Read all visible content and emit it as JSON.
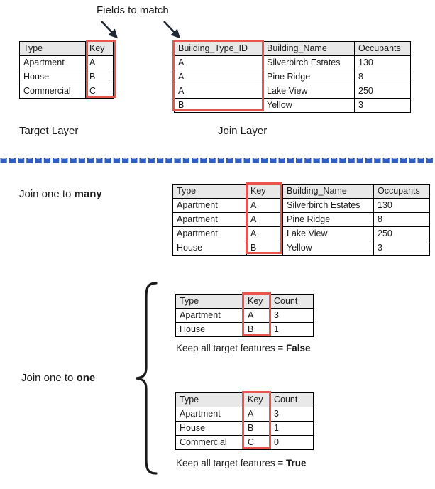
{
  "title_note": "Fields to match",
  "labels": {
    "target_layer": "Target Layer",
    "join_layer": "Join Layer",
    "join_one_to_many_prefix": "Join one to ",
    "join_one_to_many_strong": "many",
    "join_one_to_one_prefix": "Join one to ",
    "join_one_to_one_strong": "one",
    "keep_prefix": "Keep all target features = ",
    "keep_false": "False",
    "keep_true": "True"
  },
  "colors": {
    "highlight_red": "#e8554e",
    "header_grey": "#e8e8e8",
    "border_black": "#000000",
    "divider_blue": "#2f5fc4",
    "text": "#1a1a1a"
  },
  "target_table": {
    "headers": [
      "Type",
      "Key"
    ],
    "rows": [
      [
        "Apartment",
        "A"
      ],
      [
        "House",
        "B"
      ],
      [
        "Commercial",
        "C"
      ]
    ]
  },
  "join_table": {
    "headers": [
      "Building_Type_ID",
      "Building_Name",
      "Occupants"
    ],
    "rows": [
      [
        "A",
        "Silverbirch Estates",
        "130"
      ],
      [
        "A",
        "Pine Ridge",
        "8"
      ],
      [
        "A",
        "Lake View",
        "250"
      ],
      [
        "B",
        "Yellow",
        "3"
      ]
    ]
  },
  "one_to_many_table": {
    "headers": [
      "Type",
      "Key",
      "Building_Name",
      "Occupants"
    ],
    "rows": [
      [
        "Apartment",
        "A",
        "Silverbirch Estates",
        "130"
      ],
      [
        "Apartment",
        "A",
        "Pine Ridge",
        "8"
      ],
      [
        "Apartment",
        "A",
        "Lake View",
        "250"
      ],
      [
        "House",
        "B",
        "Yellow",
        "3"
      ]
    ]
  },
  "one_to_one_false_table": {
    "headers": [
      "Type",
      "Key",
      "Count"
    ],
    "rows": [
      [
        "Apartment",
        "A",
        "3"
      ],
      [
        "House",
        "B",
        "1"
      ]
    ]
  },
  "one_to_one_true_table": {
    "headers": [
      "Type",
      "Key",
      "Count"
    ],
    "rows": [
      [
        "Apartment",
        "A",
        "3"
      ],
      [
        "House",
        "B",
        "1"
      ],
      [
        "Commercial",
        "C",
        "0"
      ]
    ]
  },
  "icons": {
    "arrow_left": "arrow-down-right-icon",
    "arrow_right": "arrow-down-right-icon",
    "brace": "curly-brace-icon",
    "divider": "decorative-divider-icon"
  }
}
